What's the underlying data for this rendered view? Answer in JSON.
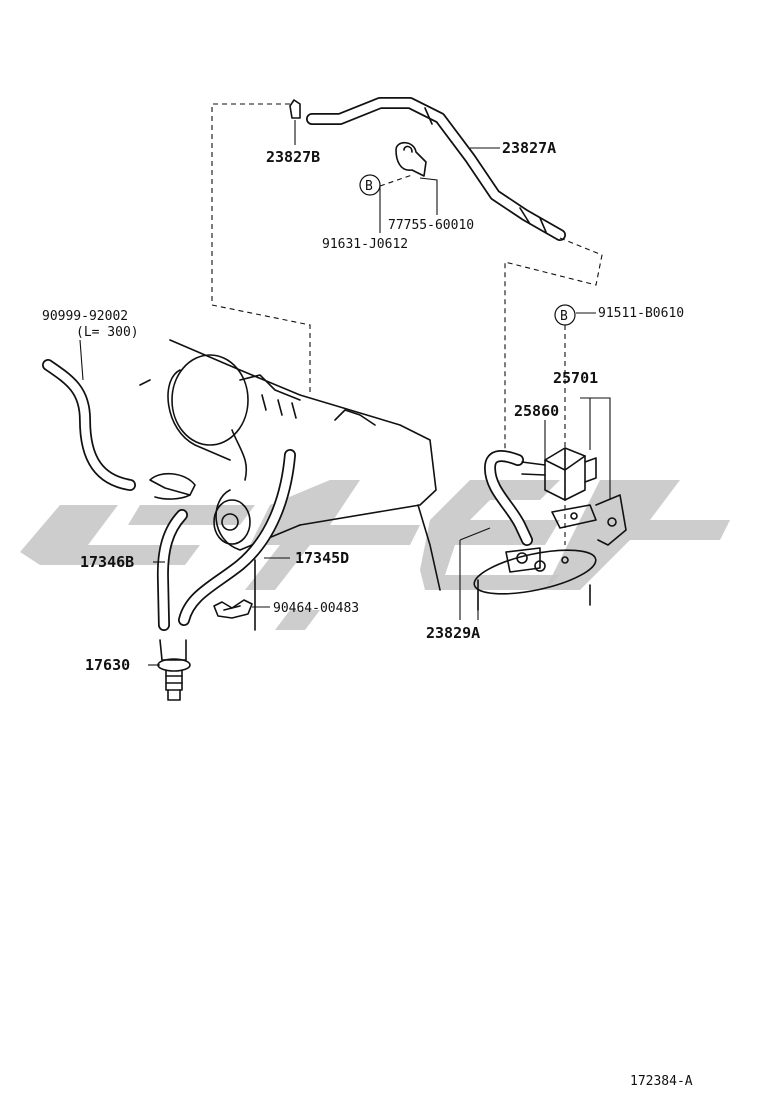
{
  "labels": {
    "p23827B": "23827B",
    "p23827A": "23827A",
    "p77755": "77755-60010",
    "p91631": "91631-J0612",
    "p91511": "91511-B0610",
    "p90999": "90999-92002",
    "p90999_len": "(L= 300)",
    "p25701": "25701",
    "p25860": "25860",
    "p17346B": "17346B",
    "p17345D": "17345D",
    "p90464": "90464-00483",
    "p17630": "17630",
    "p23829A": "23829A",
    "ref_b1": "B",
    "ref_b2": "B"
  },
  "drawing_number": "172384-A"
}
